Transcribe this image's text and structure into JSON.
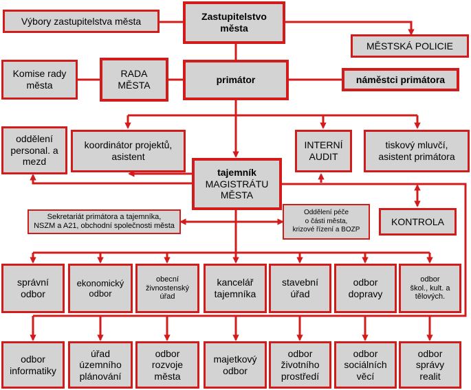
{
  "colors": {
    "accent": "#d21c1c",
    "box_fill": "#d3d3d3",
    "background": "#ffffff"
  },
  "nodes": {
    "zastupitelstvo": "Zastupitelstvo\nměsta",
    "vybory": "Výbory zastupitelstva města",
    "policie": "MĚSTSKÁ POLICIE",
    "komise": "Komise rady\nměsta",
    "rada": "RADA\nMĚSTA",
    "primator": "primátor",
    "namestci": "náměstci primátora",
    "oddeleni_personal": "oddělení\npersonal. a\nmezd",
    "koordinator": "koordinátor projektů,\nasistent",
    "interni_audit": "INTERNÍ\nAUDIT",
    "tiskovy": "tiskový mluvčí,\nasistent primátora",
    "tajemnik_title": "tajemník",
    "tajemnik_sub": "MAGISTRÁTU\nMĚSTA",
    "sekretariat": "Sekretariát primátora a tajemníka,\nNSZM a A21, obchodní společnosti města",
    "oddeleni_pece": "Oddělení péče\no části města,\nkrizové řízení a BOZP",
    "kontrola": "KONTROLA",
    "row1": [
      "správní\nodbor",
      "ekonomický\nodbor",
      "obecní\nživnostenský\núřad",
      "kancelář\ntajemníka",
      "stavební\núřad",
      "odbor\ndopravy",
      "odbor\nškol., kult. a\ntělových."
    ],
    "row2": [
      "odbor\ninformatiky",
      "úřad\núzemního\nplánování",
      "odbor\nrozvoje\nměsta",
      "majetkový\nodbor",
      "odbor\nživotního\nprostředí",
      "odbor\nsociálních\nvěcí",
      "odbor\nsprávy\nrealit"
    ]
  }
}
